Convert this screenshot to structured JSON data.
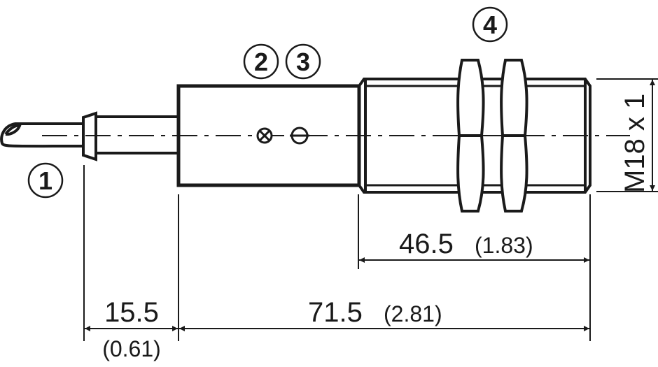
{
  "callouts": [
    "1",
    "2",
    "3",
    "4"
  ],
  "dimensions": {
    "thread_length": {
      "value": "46.5",
      "inch": "(1.83)"
    },
    "cable_collar": {
      "value": "15.5",
      "inch": "(0.61)"
    },
    "overall_length": {
      "value": "71.5",
      "inch": "(2.81)"
    },
    "thread_size": "M18 x 1"
  },
  "colors": {
    "line": "#1a1a1a",
    "background": "#ffffff"
  }
}
